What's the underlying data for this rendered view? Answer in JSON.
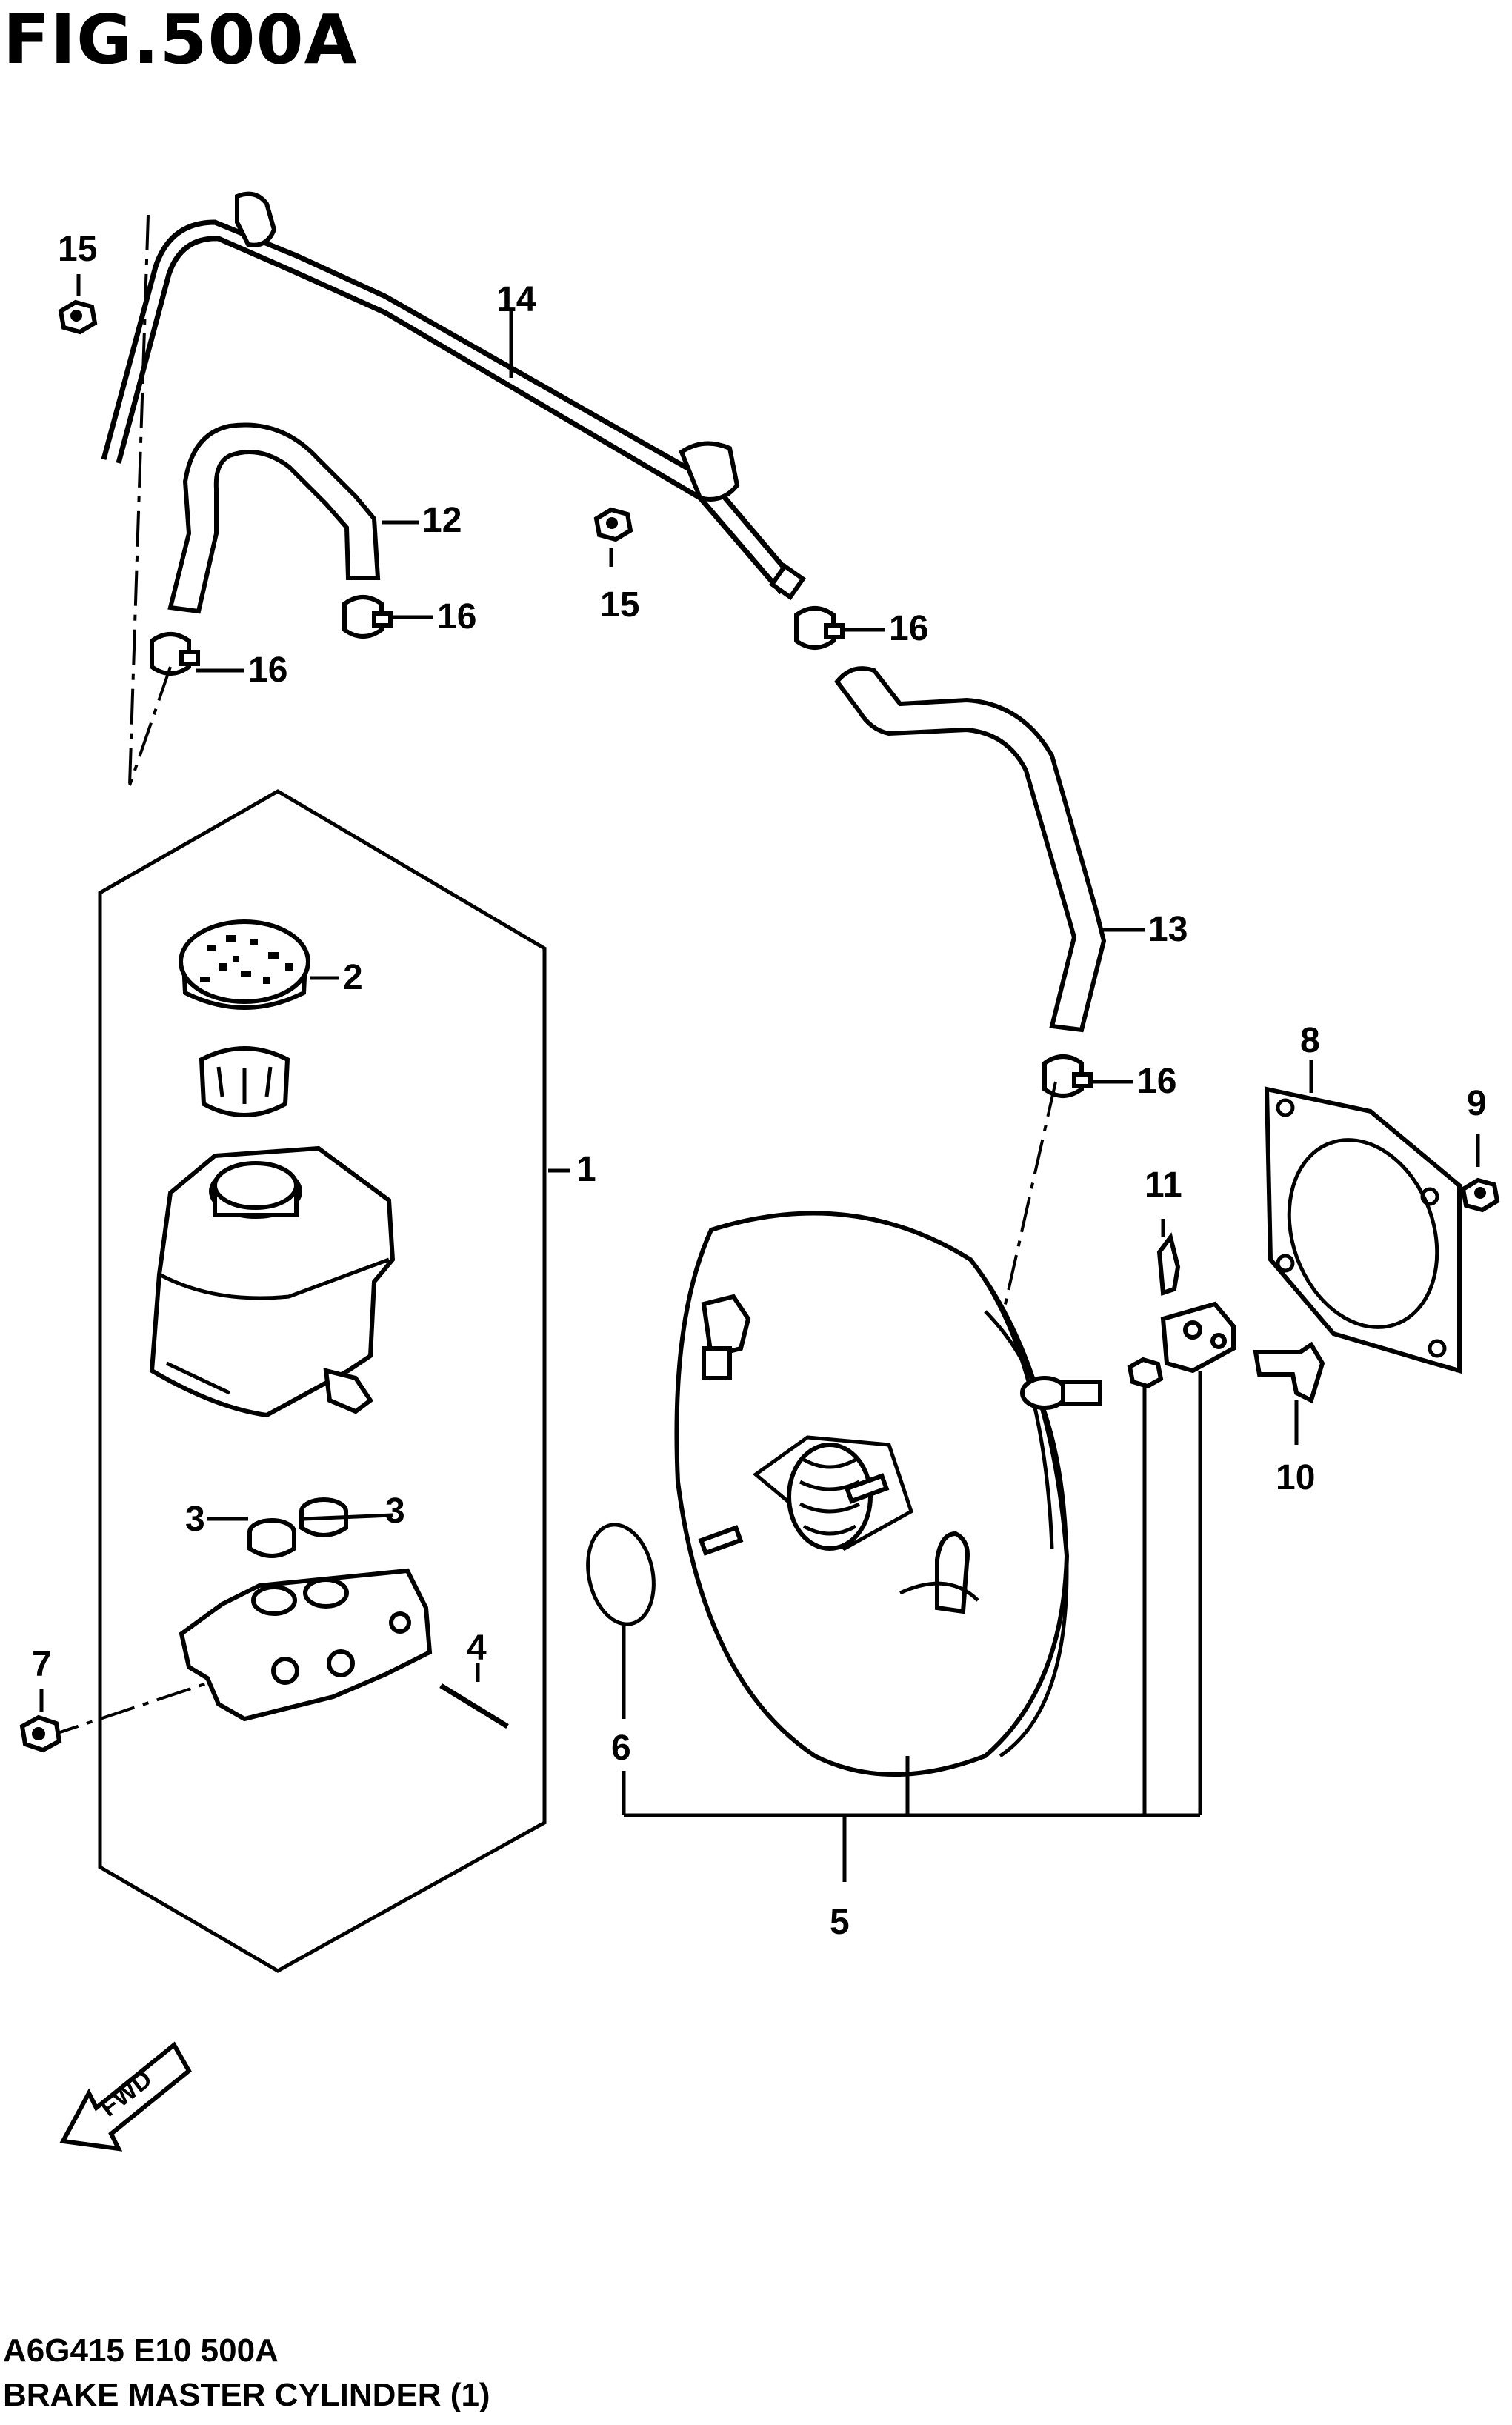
{
  "figure": {
    "title": "FIG.500A",
    "code": "A6G415 E10 500A",
    "caption": "BRAKE MASTER CYLINDER (1)",
    "fwd_label": "FWD"
  },
  "callouts": {
    "c1": "1",
    "c2": "2",
    "c3a": "3",
    "c3b": "3",
    "c4": "4",
    "c5": "5",
    "c6": "6",
    "c7": "7",
    "c8": "8",
    "c9": "9",
    "c10": "10",
    "c11": "11",
    "c12": "12",
    "c13": "13",
    "c14": "14",
    "c15a": "15",
    "c15b": "15",
    "c16a": "16",
    "c16b": "16",
    "c16c": "16",
    "c16d": "16"
  }
}
